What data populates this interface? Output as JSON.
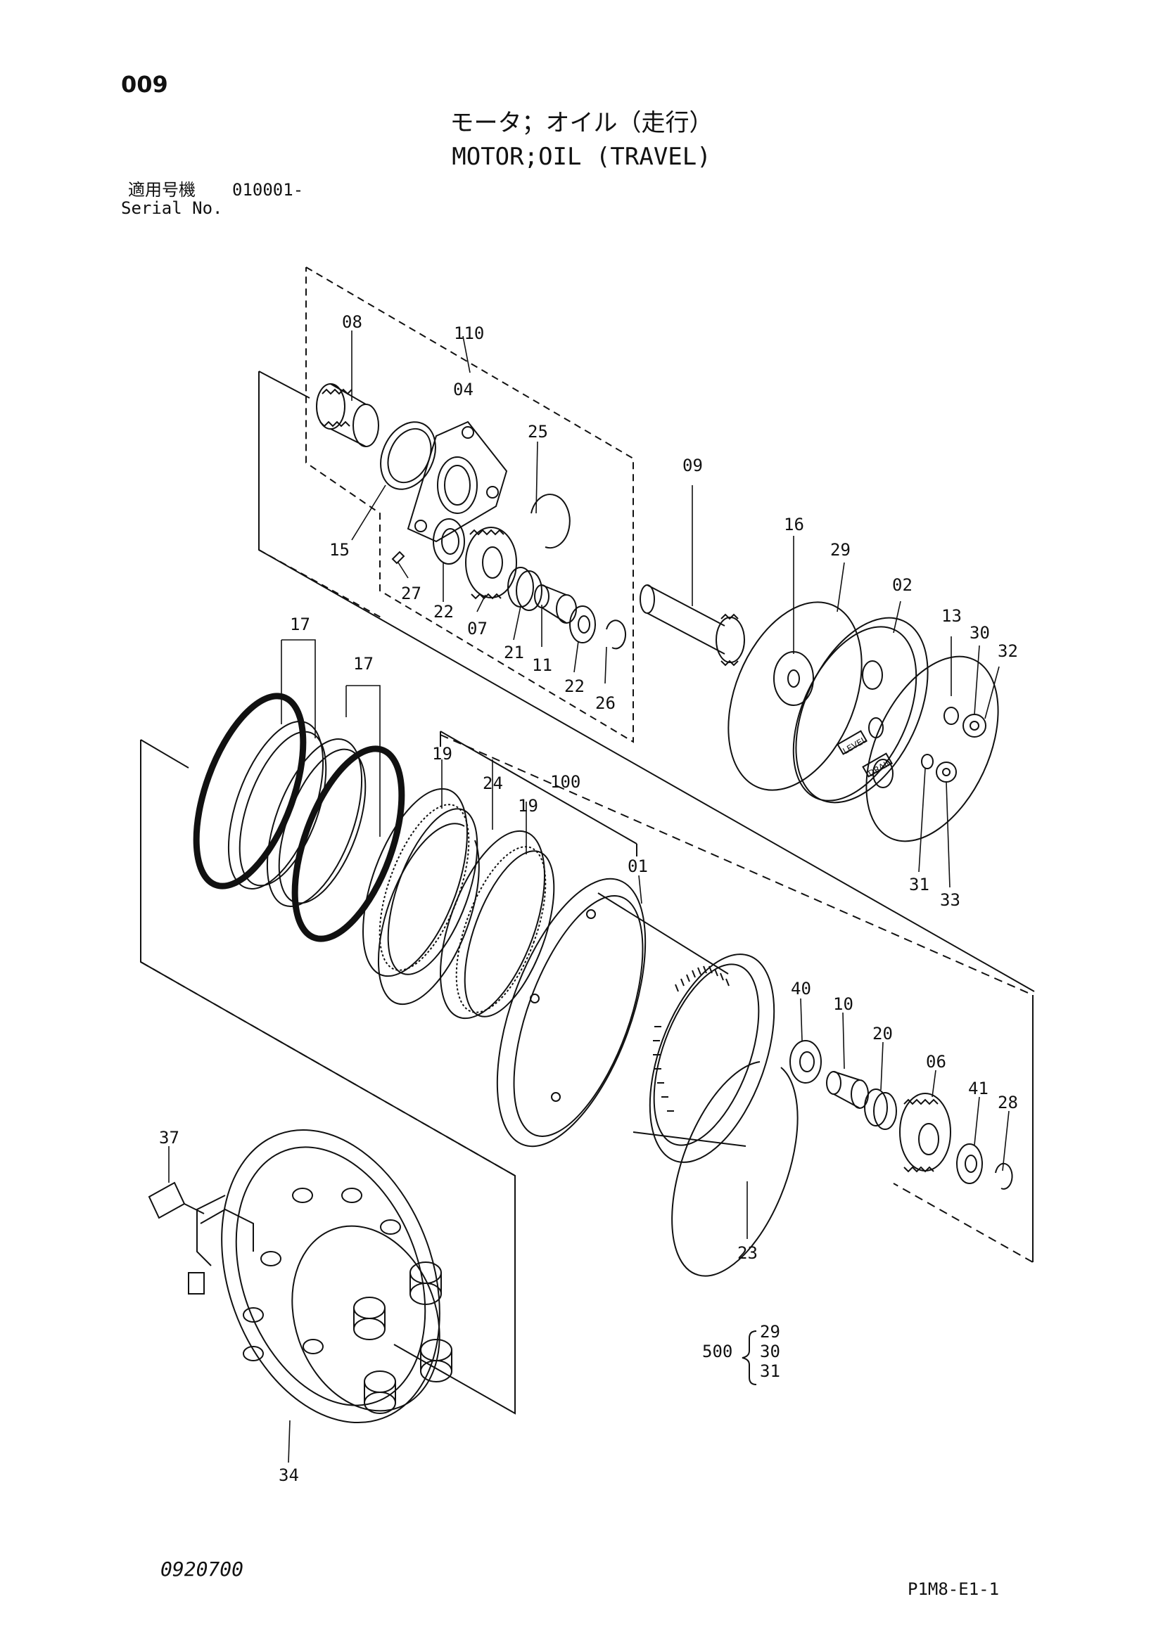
{
  "page_number": "009",
  "title_jp": "モータ；オイル（走行）",
  "title_en": "MOTOR;OIL (TRAVEL)",
  "serial_label_jp": "適用号機",
  "serial_code": "010001-",
  "serial_label_en": "Serial No.",
  "cover_stamps": {
    "level": "LEVEL",
    "drain": "DRAIN"
  },
  "callouts": {
    "p08": "08",
    "p110": "110",
    "p04": "04",
    "p25": "25",
    "p09": "09",
    "p15": "15",
    "p27": "27",
    "p22a": "22",
    "p07": "07",
    "p21": "21",
    "p11": "11",
    "p22b": "22",
    "p26": "26",
    "p16": "16",
    "p29": "29",
    "p02": "02",
    "p13": "13",
    "p30": "30",
    "p32": "32",
    "p31": "31",
    "p33": "33",
    "p17a": "17",
    "p17b": "17",
    "p19a": "19",
    "p24": "24",
    "p100": "100",
    "p19b": "19",
    "p01": "01",
    "p40": "40",
    "p10": "10",
    "p20": "20",
    "p06": "06",
    "p41": "41",
    "p28": "28",
    "p23": "23",
    "p37": "37",
    "p34": "34"
  },
  "kit": {
    "number": "500",
    "items": [
      "29",
      "30",
      "31"
    ]
  },
  "footer_code": "0920700",
  "sheet_code": "P1M8-E1-1"
}
